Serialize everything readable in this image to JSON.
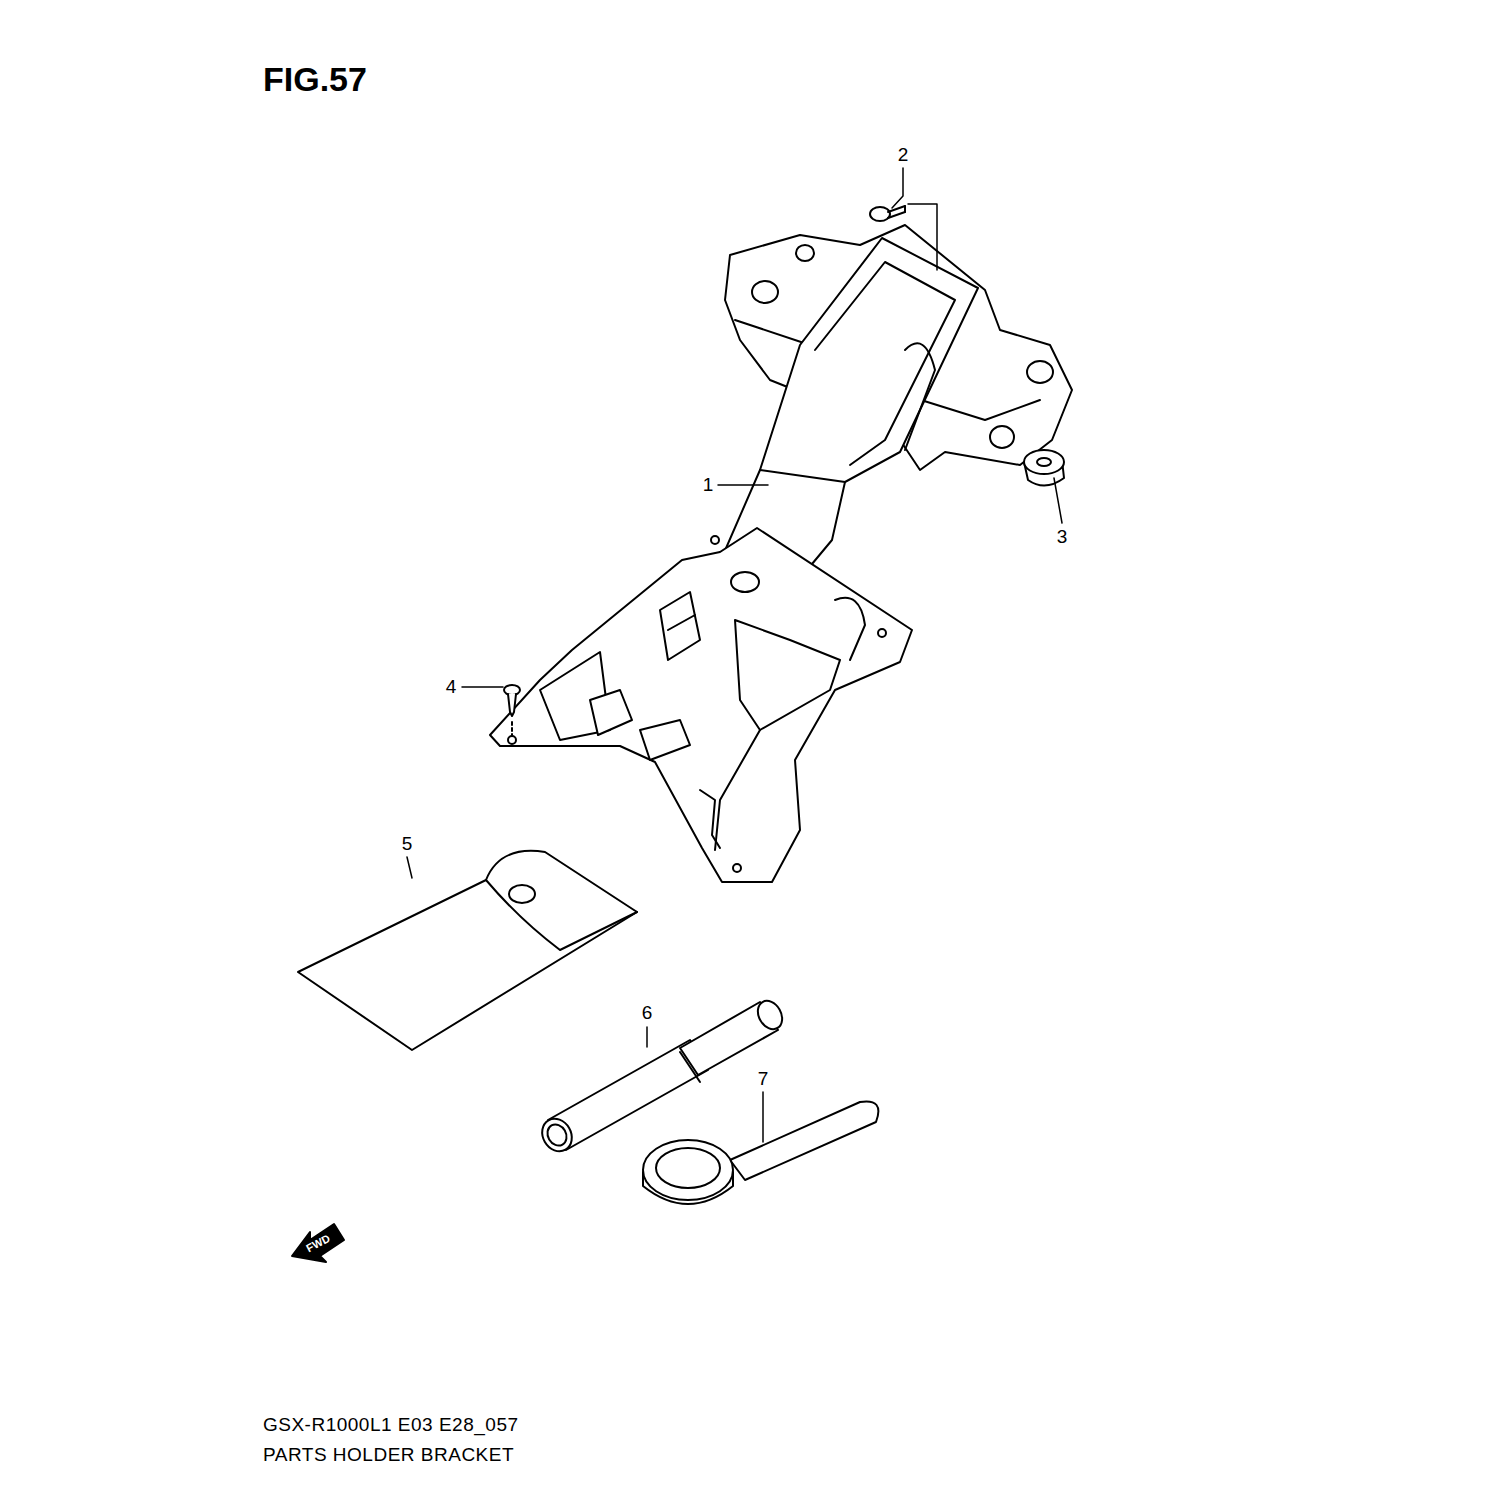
{
  "diagram": {
    "title": "FIG.57",
    "labels": [
      "1",
      "2",
      "3",
      "4",
      "5",
      "6",
      "7",
      "FWD",
      "GSX-R1000L1 E03 E28_057",
      "PARTS HOLDER BRACKET"
    ]
  }
}
